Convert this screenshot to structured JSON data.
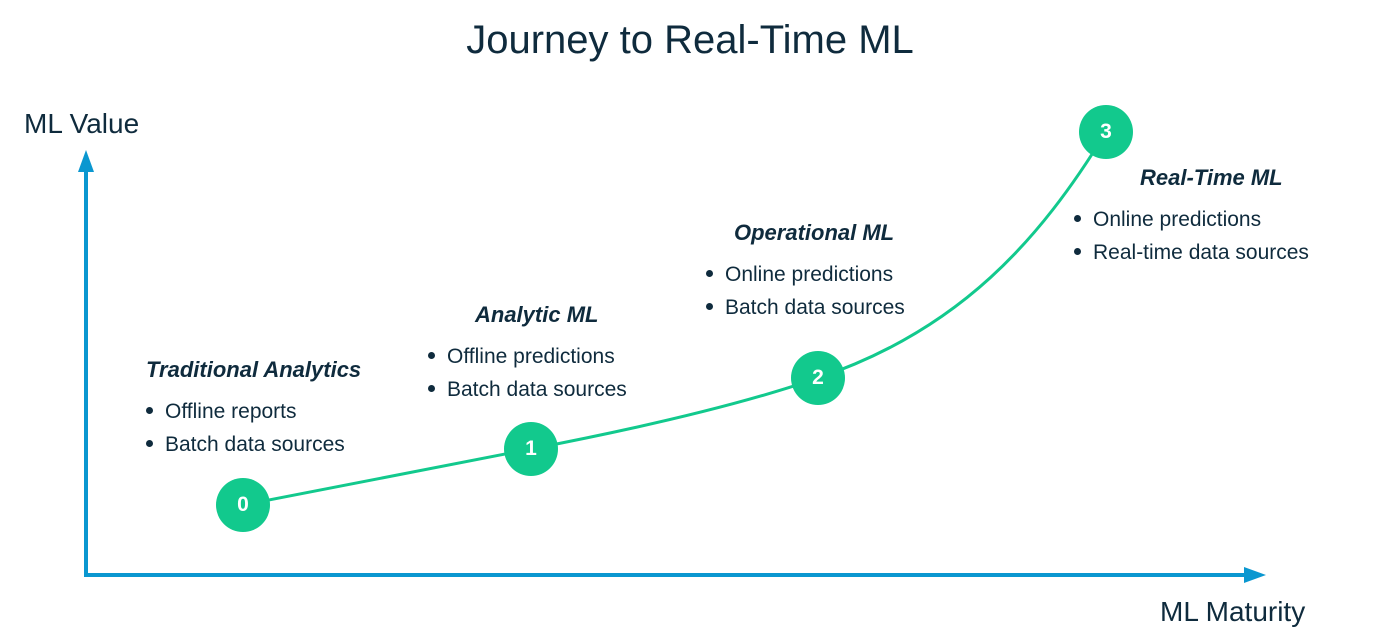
{
  "title": "Journey to Real-Time ML",
  "axes": {
    "y_label": "ML Value",
    "x_label": "ML Maturity",
    "color": "#0a97d0"
  },
  "curve_color": "#12c98d",
  "text_color": "#0f2b3d",
  "stages": [
    {
      "number": "0",
      "title": "Traditional Analytics",
      "items": [
        "Offline reports",
        "Batch data sources"
      ]
    },
    {
      "number": "1",
      "title": "Analytic ML",
      "items": [
        "Offline predictions",
        "Batch data sources"
      ]
    },
    {
      "number": "2",
      "title": "Operational ML",
      "items": [
        "Online predictions",
        "Batch data sources"
      ]
    },
    {
      "number": "3",
      "title": "Real-Time ML",
      "items": [
        "Online predictions",
        "Real-time data sources"
      ]
    }
  ]
}
